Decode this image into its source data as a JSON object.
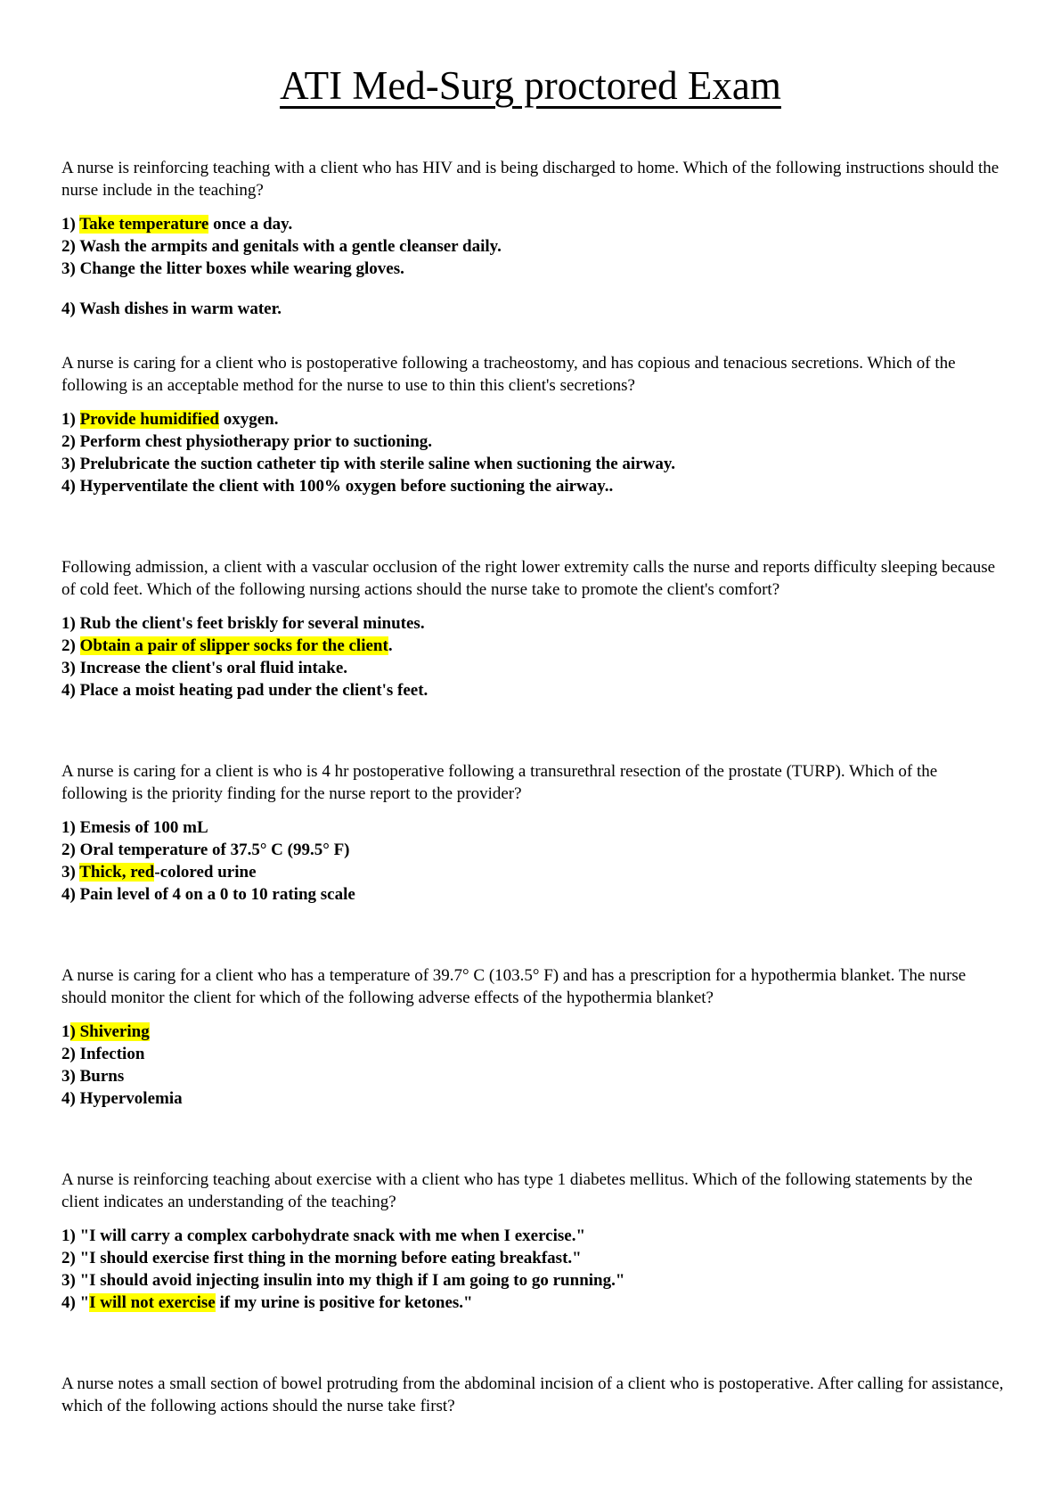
{
  "title": "ATI Med-Surg proctored Exam",
  "questions": [
    {
      "stem": "A nurse is reinforcing teaching with a client who has HIV and is being discharged to home. Which of the following instructions should the nurse include in the teaching?",
      "options": [
        {
          "pre": "1) ",
          "hl": "Take temperature",
          "post": " once a day."
        },
        {
          "pre": "2) Wash the armpits and genitals with a gentle cleanser daily.",
          "hl": "",
          "post": ""
        },
        {
          "pre": "3) Change the litter boxes while wearing gloves.",
          "hl": "",
          "post": ""
        },
        {
          "pre": "4) Wash dishes in warm water.",
          "hl": "",
          "post": ""
        }
      ]
    },
    {
      "stem": "A nurse is caring for a client who is postoperative following a tracheostomy, and has copious and tenacious secretions. Which of the following is an acceptable method for the nurse to use to thin this client's secretions?",
      "options": [
        {
          "pre": "1) ",
          "hl": "Provide humidified",
          "post": " oxygen."
        },
        {
          "pre": "2) Perform chest physiotherapy prior to suctioning.",
          "hl": "",
          "post": ""
        },
        {
          "pre": "3) Prelubricate the suction catheter tip with sterile saline when suctioning the airway.",
          "hl": "",
          "post": ""
        },
        {
          "pre": "4) Hyperventilate the client with 100% oxygen before suctioning the airway..",
          "hl": "",
          "post": ""
        }
      ]
    },
    {
      "stem": "Following admission, a client with a vascular occlusion of the right lower extremity calls the nurse and reports difficulty sleeping because of cold feet. Which of the following nursing actions should the nurse take to promote the client's comfort?",
      "options": [
        {
          "pre": "1) Rub the client's feet briskly for several minutes.",
          "hl": "",
          "post": ""
        },
        {
          "pre": "2) ",
          "hl": "Obtain a pair of slipper socks for the client",
          "post": "."
        },
        {
          "pre": "3) Increase the client's oral fluid intake.",
          "hl": "",
          "post": ""
        },
        {
          "pre": "4) Place a moist heating pad under the client's feet.",
          "hl": "",
          "post": ""
        }
      ]
    },
    {
      "stem": "A nurse is caring for a client is who is 4 hr postoperative following a transurethral resection of the prostate (TURP). Which of the following is the priority finding for the nurse report to the provider?",
      "options": [
        {
          "pre": "1) Emesis of 100 mL",
          "hl": "",
          "post": ""
        },
        {
          "pre": "2) Oral temperature of 37.5° C (99.5° F)",
          "hl": "",
          "post": ""
        },
        {
          "pre": "3) ",
          "hl": "Thick, red",
          "post": "-colored urine"
        },
        {
          "pre": "4) Pain level of 4 on a 0 to 10 rating scale",
          "hl": "",
          "post": ""
        }
      ]
    },
    {
      "stem": "A nurse is caring for a client who has a temperature of 39.7° C (103.5° F) and has a prescription for a hypothermia blanket. The nurse should monitor the client for which of the following adverse effects of the hypothermia blanket?",
      "options": [
        {
          "pre": "1",
          "hl": ") Shivering",
          "post": ""
        },
        {
          "pre": "2) Infection",
          "hl": "",
          "post": ""
        },
        {
          "pre": "3) Burns",
          "hl": "",
          "post": ""
        },
        {
          "pre": "4) Hypervolemia",
          "hl": "",
          "post": ""
        }
      ]
    },
    {
      "stem": "A nurse is reinforcing teaching about exercise with a client who has type 1 diabetes mellitus. Which of the following statements by the client indicates an understanding of the teaching?",
      "options": [
        {
          "pre": "1) \"I will carry a complex carbohydrate snack with me when I exercise.\"",
          "hl": "",
          "post": ""
        },
        {
          "pre": "2) \"I should exercise first thing in the morning before eating breakfast.\"",
          "hl": "",
          "post": ""
        },
        {
          "pre": "3) \"I should avoid injecting insulin into my thigh if I am going to go running.\"",
          "hl": "",
          "post": ""
        },
        {
          "pre": "4) \"",
          "hl": "I will not exercise",
          "post": " if my urine is positive for ketones.\""
        }
      ]
    },
    {
      "stem": "A nurse notes a small section of bowel protruding from the abdominal incision of a client who is postoperative. After calling for assistance, which of the following actions should the nurse take first?",
      "options": []
    }
  ]
}
